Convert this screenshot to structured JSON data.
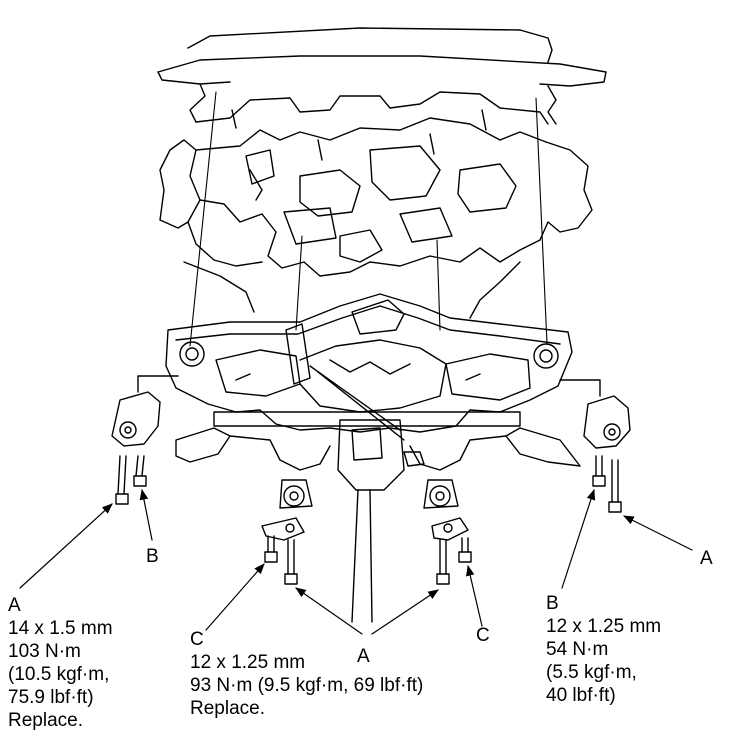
{
  "callouts": {
    "a_left": "A",
    "b_left": "B",
    "c_left": "C",
    "a_center": "A",
    "c_right": "C",
    "a_right": "A"
  },
  "spec_a": {
    "letter": "A",
    "size": "14 x 1.5 mm",
    "torque_nm": "103 N·m",
    "torque_kgf": "(10.5 kgf·m,",
    "torque_lbf": "75.9 lbf·ft)",
    "note": "Replace."
  },
  "spec_c": {
    "letter": "C",
    "size": "12 x 1.25 mm",
    "torque": "93 N·m (9.5 kgf·m, 69 lbf·ft)",
    "note": "Replace."
  },
  "spec_b": {
    "letter": "B",
    "size": "12 x 1.25 mm",
    "torque_nm": "54 N·m",
    "torque_kgf": "(5.5 kgf·m,",
    "torque_lbf": "40 lbf·ft)"
  }
}
